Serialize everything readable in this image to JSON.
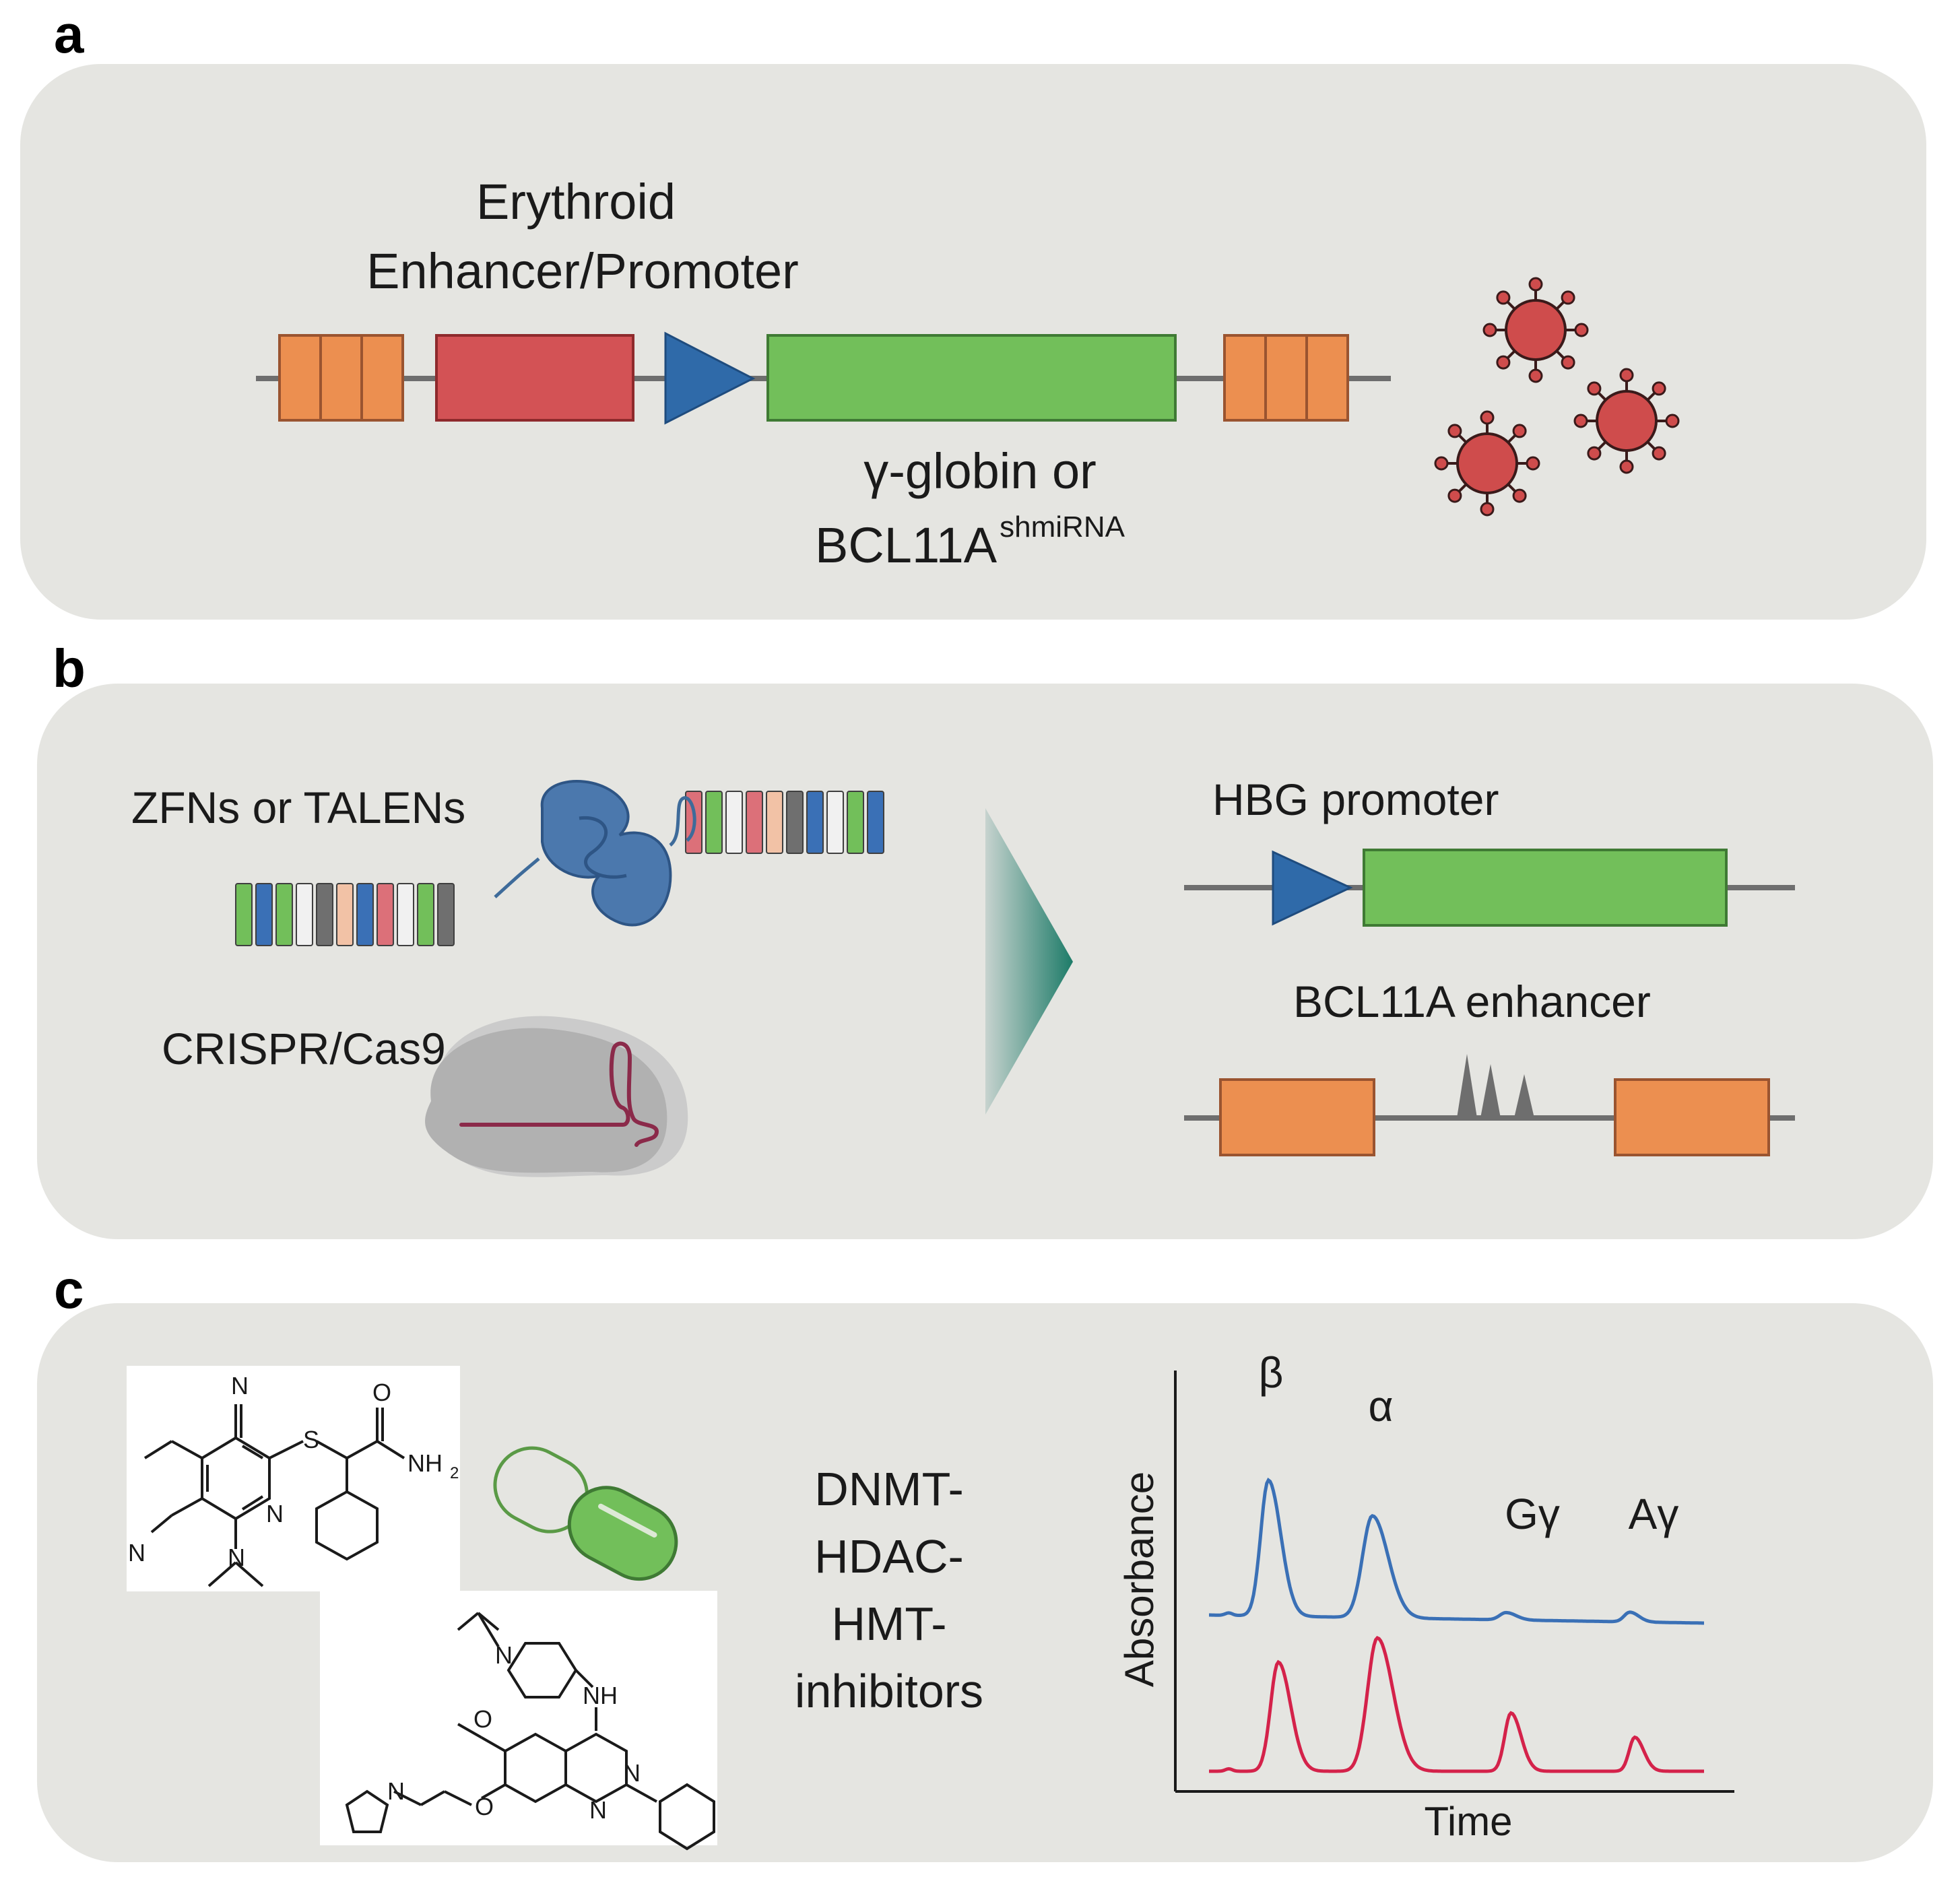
{
  "panels": {
    "a": {
      "letter": "a",
      "label_line1": "Erythroid",
      "label_line2": "Enhancer/Promoter",
      "gene_line1": "γ-globin or",
      "gene_line2": "BCL11A",
      "gene_sup": "shmiRNA",
      "virus_icon": "virus-icon"
    },
    "b": {
      "letter": "b",
      "nuclease_label": "ZFNs or TALENs",
      "crispr_label": "CRISPR/Cas9",
      "hbg_label": "HBG promoter",
      "enhancer_label": "BCL11A enhancer",
      "arrow_icon": "triangle-arrow-icon"
    },
    "c": {
      "letter": "c",
      "inhibitors_line1": "DNMT-",
      "inhibitors_line2": "HDAC-",
      "inhibitors_line3": "HMT-",
      "inhibitors_line4": "inhibitors",
      "pill_icon": "capsule-icon",
      "chem1_labels": [
        "N",
        "S",
        "O",
        "NH",
        "2",
        "N",
        "N",
        "N"
      ],
      "chem2_labels": [
        "N",
        "NH",
        "N",
        "N",
        "O",
        "O",
        "N"
      ]
    }
  },
  "colors": {
    "panel_bg": "#e5e5e1",
    "orange": "#ec8f50",
    "red": "#d35255",
    "blue": "#2f6aa9",
    "green": "#72bf5a",
    "teal": "#1d7b68",
    "virus": "#cf4c4c",
    "trace_blue": "#3a70b6",
    "trace_red": "#d4224a"
  },
  "chart_data": {
    "type": "line",
    "xlabel": "Time",
    "ylabel": "Absorbance",
    "peak_labels": [
      "β",
      "α",
      "Gγ",
      "Aγ"
    ],
    "series": [
      {
        "color": "#3a70b6",
        "peaks": [
          {
            "x": 0.12,
            "height": 0.56
          },
          {
            "x": 0.33,
            "height": 0.42
          },
          {
            "x": 0.6,
            "height": 0.03
          },
          {
            "x": 0.85,
            "height": 0.04
          }
        ]
      },
      {
        "color": "#d4224a",
        "peaks": [
          {
            "x": 0.14,
            "height": 0.45
          },
          {
            "x": 0.34,
            "height": 0.55
          },
          {
            "x": 0.61,
            "height": 0.24
          },
          {
            "x": 0.86,
            "height": 0.14
          }
        ]
      }
    ]
  }
}
